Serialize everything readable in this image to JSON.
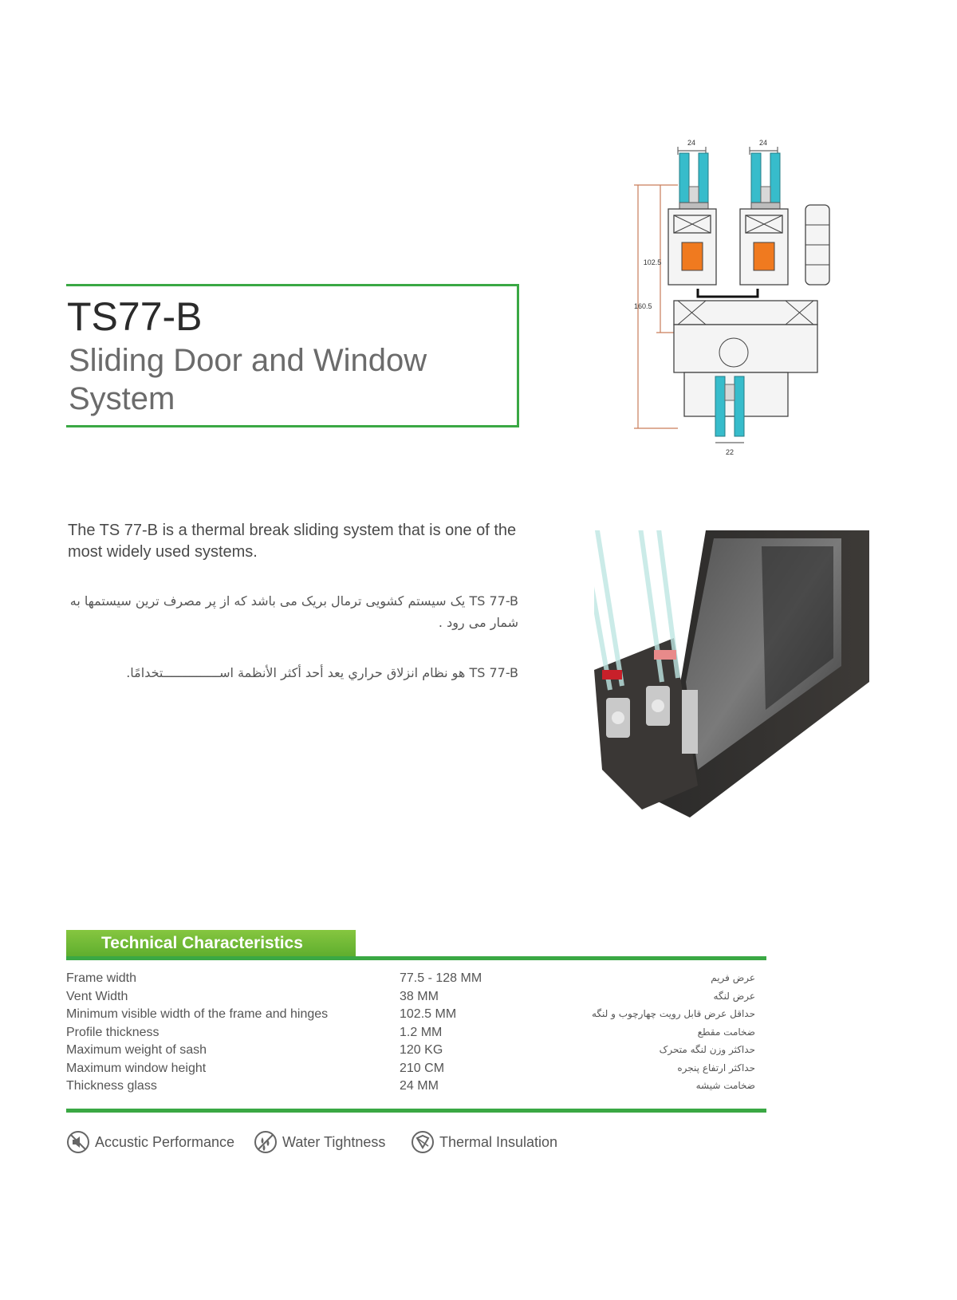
{
  "header": {
    "model": "TS77-B",
    "subtitle": "Sliding Door and Window System"
  },
  "drawing": {
    "dim_top_left": "24",
    "dim_top_right": "24",
    "dim_bottom": "22",
    "dim_inner_height": "102.5",
    "dim_total_height": "160.5"
  },
  "description": {
    "english": "The TS 77-B is a thermal break sliding system that is one of the most widely used systems.",
    "persian": "TS 77-B یک سیستم کشویی ترمال بریک می باشد که از پر مصرف ترین سیستمها به شمار می رود .",
    "arabic": "TS 77-B هو نظام انزلاق حراري يعد أحد أكثر الأنظمة اســـــــــــــــتخدامًا."
  },
  "technical": {
    "title": "Technical Characteristics",
    "rows": [
      {
        "label": "Frame width",
        "value": "77.5 - 128 MM",
        "fa": "عرض فریم"
      },
      {
        "label": "Vent Width",
        "value": "38  MM",
        "fa": "عرض لنگه"
      },
      {
        "label": "Minimum visible width of the frame and hinges",
        "value": "102.5  MM",
        "fa": "حداقل عرض قابل رویت چهارچوب و لنگه"
      },
      {
        "label": "Profile thickness",
        "value": "1.2 MM",
        "fa": "ضخامت مقطع"
      },
      {
        "label": "Maximum weight of sash",
        "value": "120 KG",
        "fa": "حداکثر وزن لنگه متحرک"
      },
      {
        "label": "Maximum window height",
        "value": "210 CM",
        "fa": "حداکثر ارتفاع پنجره"
      },
      {
        "label": "Thickness glass",
        "value": "24 MM",
        "fa": "ضخامت شیشه"
      }
    ]
  },
  "features": [
    {
      "label": "Accustic Performance",
      "icon": "acoustic-icon"
    },
    {
      "label": "Water Tightness",
      "icon": "water-drops-icon"
    },
    {
      "label": "Thermal Insulation",
      "icon": "thermal-shield-icon"
    }
  ],
  "colors": {
    "accent_green": "#3aa844",
    "header_green": "#7cc043",
    "glass_cyan": "#37bccb",
    "gasket_orange": "#f07a1f"
  }
}
